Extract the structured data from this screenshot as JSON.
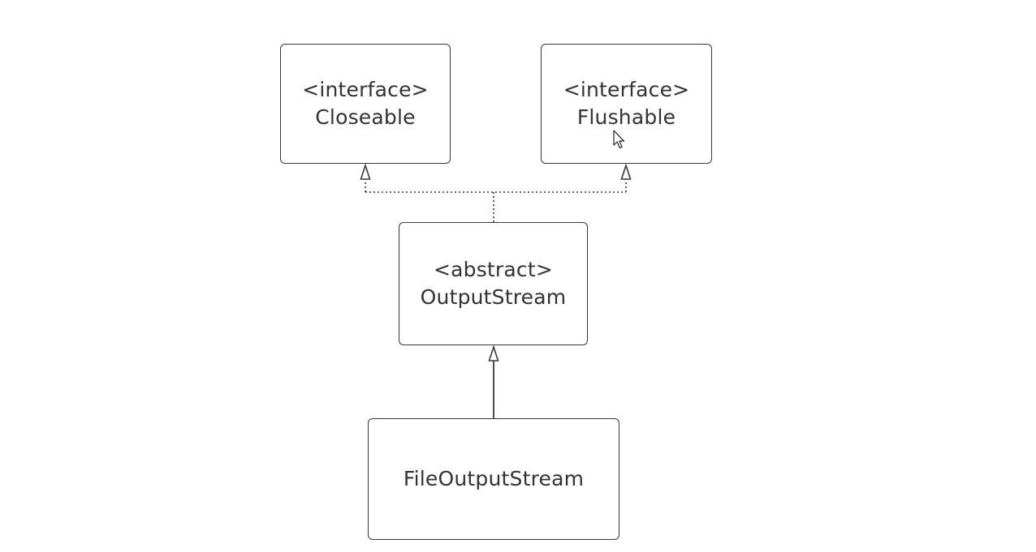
{
  "diagram": {
    "nodes": [
      {
        "id": "closeable",
        "stereotype": "<interface>",
        "name": "Closeable"
      },
      {
        "id": "flushable",
        "stereotype": "<interface>",
        "name": "Flushable"
      },
      {
        "id": "outputstream",
        "stereotype": "<abstract>",
        "name": "OutputStream"
      },
      {
        "id": "fileoutputstream",
        "stereotype": "",
        "name": "FileOutputStream"
      }
    ],
    "edges": [
      {
        "from": "outputstream",
        "to": "closeable",
        "kind": "realization",
        "line": "dotted"
      },
      {
        "from": "outputstream",
        "to": "flushable",
        "kind": "realization",
        "line": "dotted"
      },
      {
        "from": "fileoutputstream",
        "to": "outputstream",
        "kind": "generalization",
        "line": "solid"
      }
    ],
    "colors": {
      "stroke": "#3a3a3a",
      "text": "#333333",
      "background": "#ffffff"
    }
  },
  "cursor": {
    "icon": "mouse-pointer-icon"
  }
}
